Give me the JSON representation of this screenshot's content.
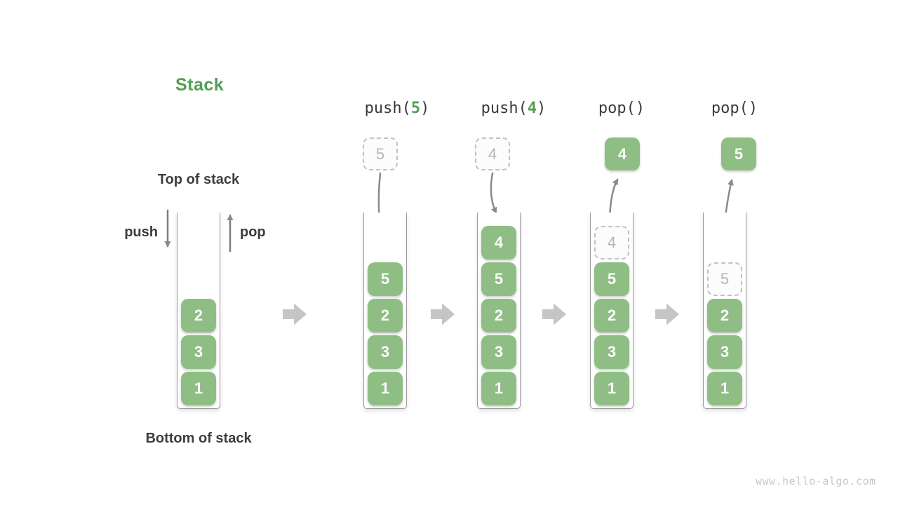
{
  "title": "Stack",
  "watermark": "www.hello-algo.com",
  "stack_labels": {
    "top": "Top of stack",
    "bottom": "Bottom of stack",
    "push": "push",
    "pop": "pop"
  },
  "initial_stack": {
    "items": [
      "2",
      "3",
      "1"
    ]
  },
  "operations": [
    {
      "label": {
        "pre": "push(",
        "arg": "5",
        "post": ")"
      },
      "floating": {
        "style": "dashed",
        "value": "5"
      },
      "ghost": "",
      "items": [
        "5",
        "2",
        "3",
        "1"
      ]
    },
    {
      "label": {
        "pre": "push(",
        "arg": "4",
        "post": ")"
      },
      "floating": {
        "style": "dashed",
        "value": "4"
      },
      "ghost": "",
      "items": [
        "4",
        "5",
        "2",
        "3",
        "1"
      ]
    },
    {
      "label": {
        "pre": "pop()",
        "arg": "",
        "post": ""
      },
      "floating": {
        "style": "solid",
        "value": "4"
      },
      "ghost": "4",
      "items": [
        "5",
        "2",
        "3",
        "1"
      ]
    },
    {
      "label": {
        "pre": "pop()",
        "arg": "",
        "post": ""
      },
      "floating": {
        "style": "solid",
        "value": "5"
      },
      "ghost": "5",
      "items": [
        "2",
        "3",
        "1"
      ]
    }
  ],
  "colors": {
    "accent_green": "#4fa052",
    "box_green": "#8fbe85",
    "curve_arrow_gray": "#8a8a8a",
    "block_arrow_gray": "#c5c5c5"
  }
}
